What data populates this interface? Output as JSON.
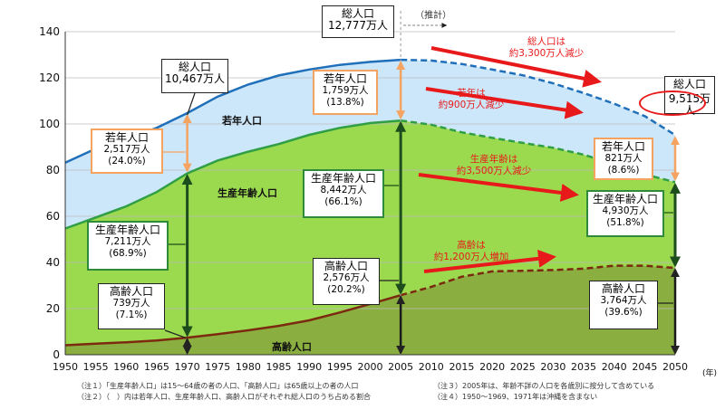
{
  "chart_data": {
    "type": "area",
    "x_unit": "(年)",
    "x_ticks": [
      1950,
      1955,
      1960,
      1965,
      1970,
      1975,
      1980,
      1985,
      1990,
      1995,
      2000,
      2005,
      2010,
      2015,
      2020,
      2025,
      2030,
      2035,
      2040,
      2045,
      2050
    ],
    "ylim": [
      0,
      140
    ],
    "y_ticks": [
      0,
      20,
      40,
      60,
      80,
      100,
      120,
      140
    ],
    "grid": true,
    "projection_label": "（推計）",
    "x": [
      1950,
      1955,
      1960,
      1965,
      1970,
      1975,
      1980,
      1985,
      1990,
      1995,
      2000,
      2005,
      2010,
      2015,
      2020,
      2025,
      2030,
      2035,
      2040,
      2045,
      2050
    ],
    "projection_from": 2005,
    "series": [
      {
        "key": "elderly",
        "values": [
          4.1,
          4.8,
          5.4,
          6.2,
          7.4,
          8.9,
          10.6,
          12.5,
          14.9,
          18.3,
          22.0,
          25.8,
          29.4,
          33.8,
          36.1,
          36.4,
          36.7,
          37.3,
          38.6,
          38.6,
          37.6
        ]
      },
      {
        "key": "working",
        "values": [
          54.7,
          59.5,
          64.3,
          70.5,
          78.6,
          84.2,
          88.0,
          91.3,
          95.3,
          98.3,
          100.4,
          101.5,
          99.7,
          96.4,
          94.0,
          91.8,
          89.7,
          86.7,
          82.6,
          78.2,
          74.8
        ]
      },
      {
        "key": "total",
        "values": [
          83.2,
          89.3,
          93.4,
          98.3,
          104.7,
          111.9,
          117.1,
          121.0,
          123.6,
          125.6,
          126.9,
          127.8,
          127.5,
          126.0,
          123.6,
          121.1,
          117.6,
          113.4,
          108.8,
          103.4,
          95.2
        ]
      }
    ],
    "region_labels": {
      "young": "若年人口",
      "working": "生産年齢人口",
      "elderly": "高齢人口"
    },
    "callouts": {
      "total_1970": {
        "title": "総人口",
        "value": "10,467万人"
      },
      "young_1970": {
        "title": "若年人口",
        "value": "2,517万人",
        "pct": "(24.0%)"
      },
      "working_1970": {
        "title": "生産年齢人口",
        "value": "7,211万人",
        "pct": "(68.9%)"
      },
      "elderly_1970": {
        "title": "高齢人口",
        "value": "739万人",
        "pct": "(7.1%)"
      },
      "total_2005": {
        "title": "総人口",
        "value": "12,777万人"
      },
      "young_2005": {
        "title": "若年人口",
        "value": "1,759万人",
        "pct": "(13.8%)"
      },
      "working_2005": {
        "title": "生産年齢人口",
        "value": "8,442万人",
        "pct": "(66.1%)"
      },
      "elderly_2005": {
        "title": "高齢人口",
        "value": "2,576万人",
        "pct": "(20.2%)"
      },
      "total_2050": {
        "title": "総人口",
        "value": "9,515万人"
      },
      "young_2050": {
        "title": "若年人口",
        "value": "821万人",
        "pct": "(8.6%)"
      },
      "working_2050": {
        "title": "生産年齢人口",
        "value": "4,930万人",
        "pct": "(51.8%)"
      },
      "elderly_2050": {
        "title": "高齢人口",
        "value": "3,764万人",
        "pct": "(39.6%)"
      }
    },
    "trend_annotations": {
      "total": {
        "line1": "総人口は",
        "line2": "約3,300万人減少"
      },
      "young": {
        "line1": "若年は",
        "line2": "約900万人減少"
      },
      "working": {
        "line1": "生産年齢は",
        "line2": "約3,500万人減少"
      },
      "elderly": {
        "line1": "高齢は",
        "line2": "約1,200万人増加"
      }
    },
    "notes": {
      "n1": "（注１）「生産年齢人口」は15～64歳の者の人口、「高齢人口」は65歳以上の者の人口",
      "n2": "（注２）（　）内は若年人口、生産年齢人口、高齢人口がそれぞれ総人口のうち占める割合",
      "n3": "（注３）2005年は、年齢不詳の人口を各歳別に按分して含めている",
      "n4": "（注４）1950～1969、1971年は沖縄を含まない"
    },
    "colors": {
      "young": "#cce7fa",
      "working": "#9bd94e",
      "elderly": "#8aae3f",
      "total_line": "#1f6fba",
      "working_line": "#2f9e45",
      "elderly_line": "#7b2a10",
      "arrow_red": "#e8191a",
      "orange": "#f4a460",
      "dark_green": "#1c4d1c"
    }
  }
}
